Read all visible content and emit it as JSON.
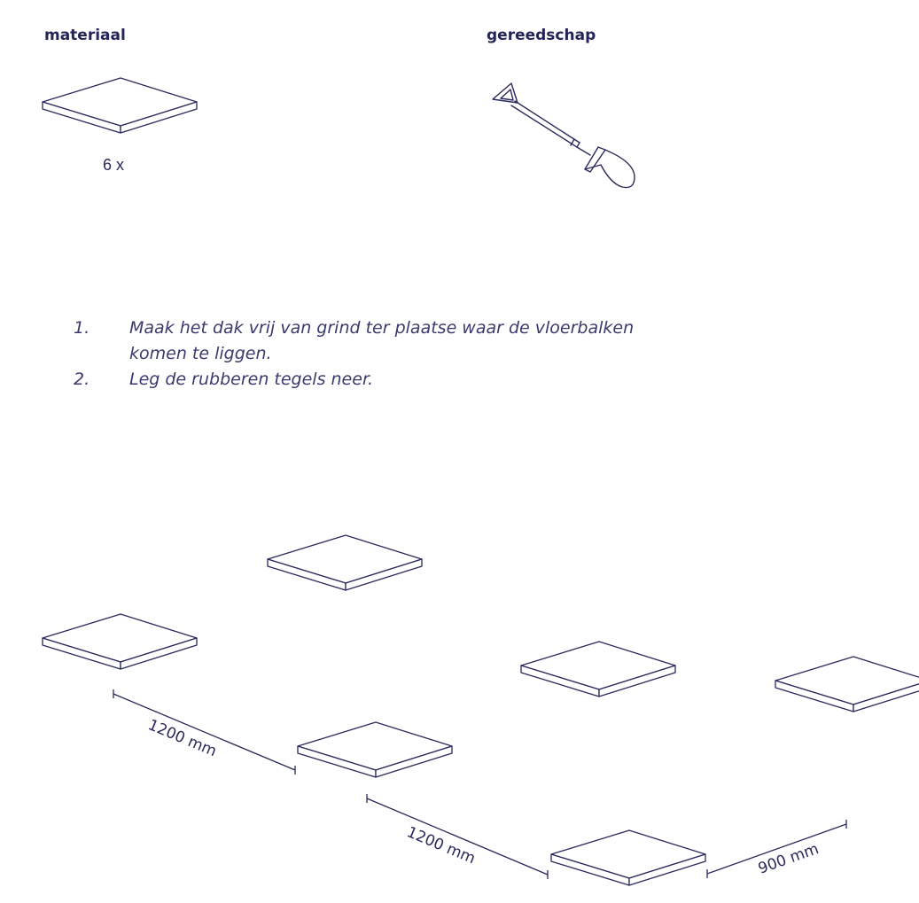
{
  "colors": {
    "ink": "#2a2a5c",
    "text": "#3a3a6e",
    "background": "#ffffff"
  },
  "materials": {
    "heading": "materiaal",
    "item_icon": "rubber-tile-icon",
    "quantity": "6 x"
  },
  "tools": {
    "heading": "gereedschap",
    "item_icon": "shovel-icon"
  },
  "steps": [
    {
      "number": "1.",
      "text": "Maak het dak vrij van grind ter plaatse waar de vloerbalken komen te liggen."
    },
    {
      "number": "2.",
      "text": "Leg de rubberen tegels neer."
    }
  ],
  "diagram": {
    "tile_count": 6,
    "dimensions": [
      {
        "label": "1200 mm"
      },
      {
        "label": "1200 mm"
      },
      {
        "label": "900 mm"
      }
    ]
  }
}
